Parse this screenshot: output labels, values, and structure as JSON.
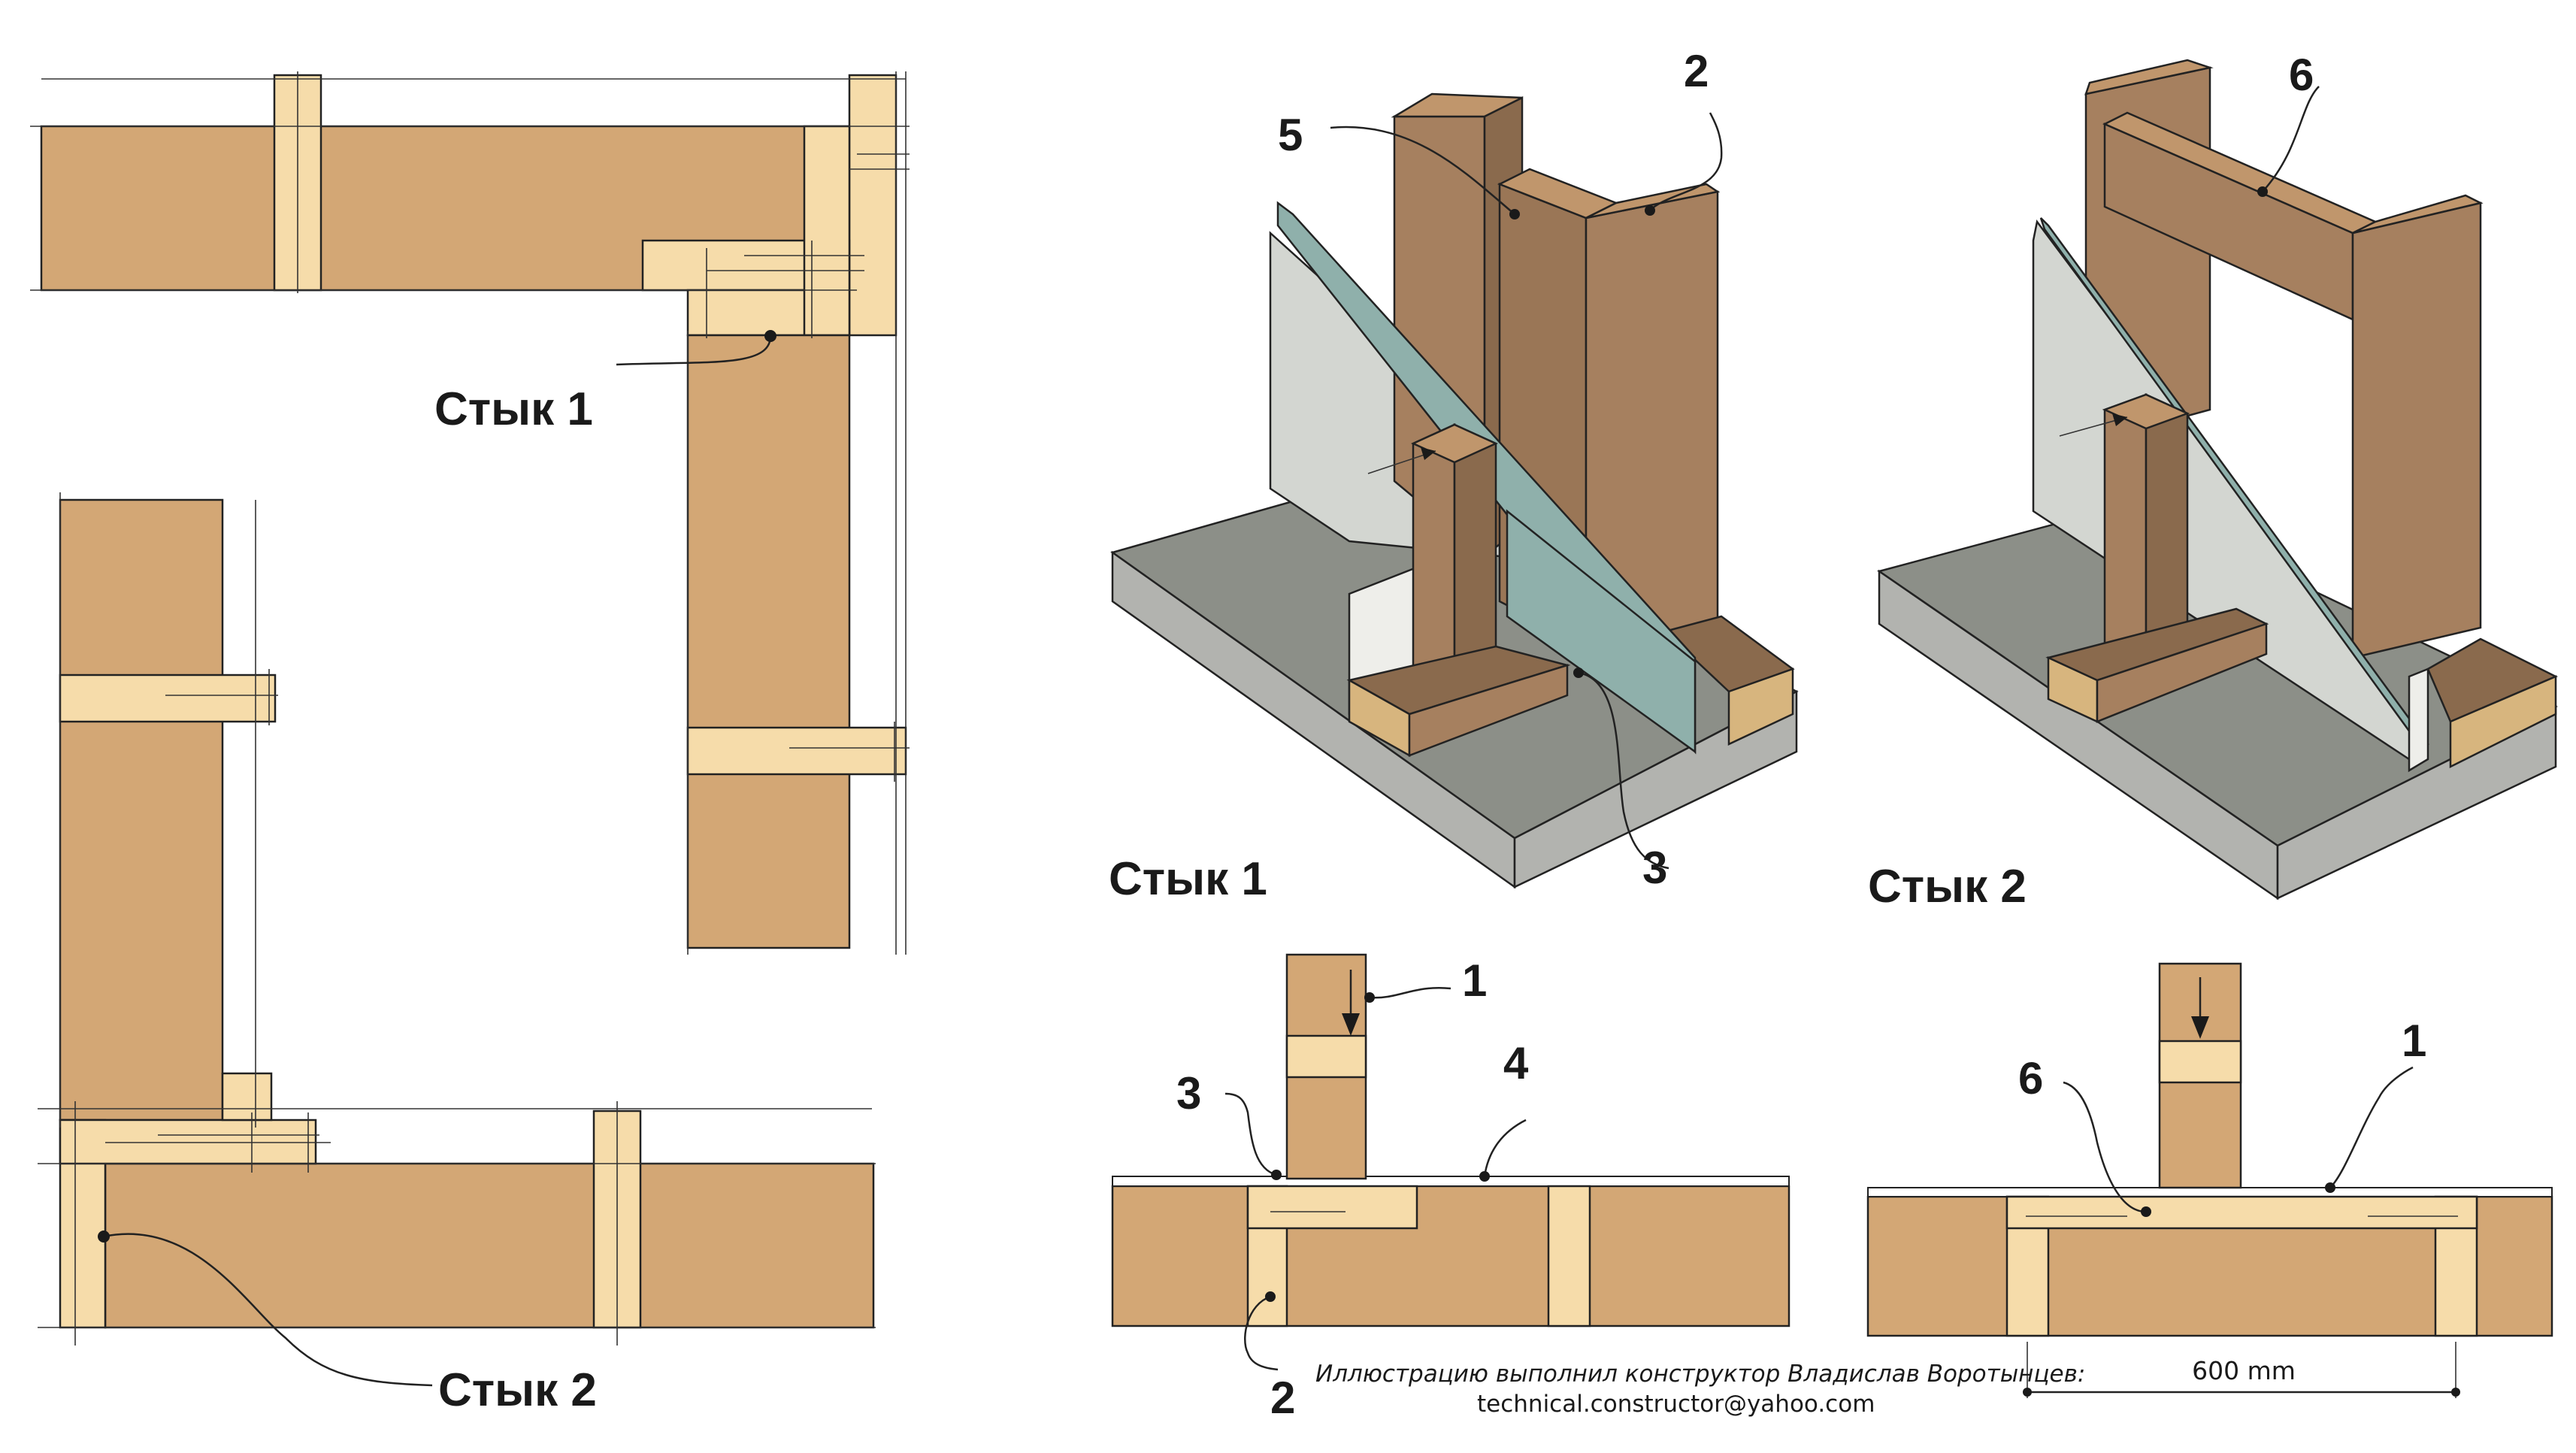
{
  "labels": {
    "joint1_plan": "Стык 1",
    "joint2_plan": "Стык 2",
    "joint1_iso": "Стык 1",
    "joint2_iso": "Стык 2",
    "n1_a": "1",
    "n1_b": "1",
    "n2_top": "2",
    "n2_bottom": "2",
    "n3_iso": "3",
    "n3_section": "3",
    "n4": "4",
    "n5": "5",
    "n6_iso": "6",
    "n6_section": "6"
  },
  "credit": {
    "line1": "Иллюстрацию выполнил конструктор Владислав Воротынцев:",
    "line2": "technical.constructor@yahoo.com"
  },
  "dimension": {
    "spacing": "600 mm"
  },
  "colors": {
    "timber": "#d3a775",
    "timber_light": "#f6dcaa",
    "post_front": "#a6805f",
    "post_side": "#8a6a4d",
    "post_top": "#c0966c",
    "slab_top": "#8c8f88",
    "slab_front": "#b2b3af",
    "gypsum": "#d3d6d1",
    "membrane": "#8fb0ab"
  }
}
